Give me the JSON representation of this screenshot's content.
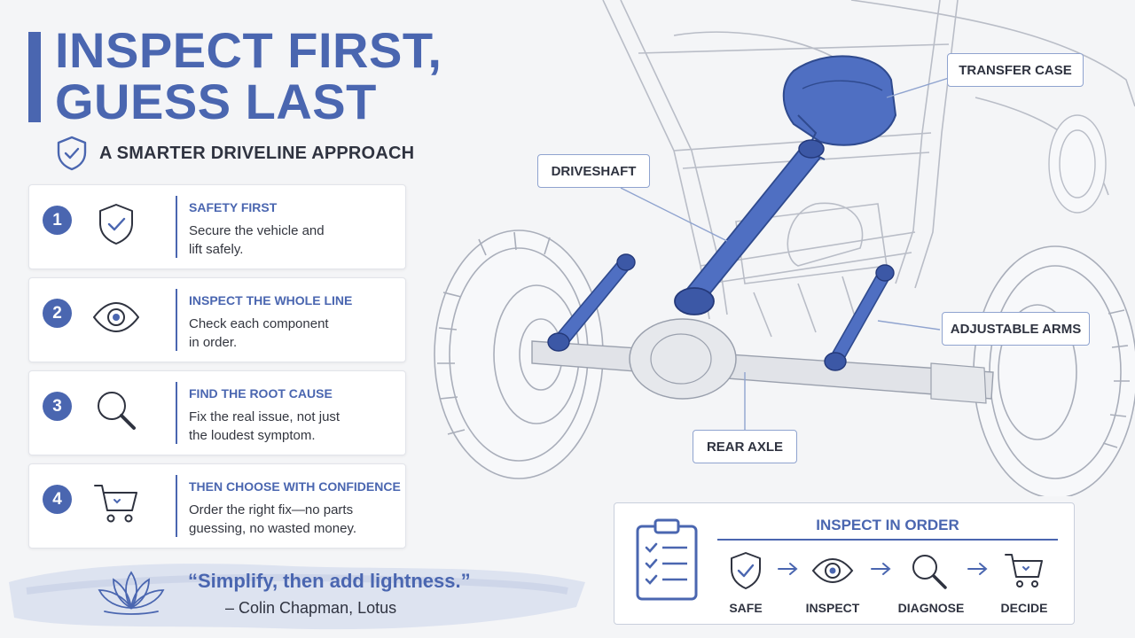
{
  "header": {
    "title_line1": "INSPECT FIRST,",
    "title_line2": "GUESS LAST",
    "subtitle": "A SMARTER DRIVELINE APPROACH"
  },
  "steps": [
    {
      "number": "1",
      "title": "SAFETY FIRST",
      "desc_line1": "Secure the vehicle and",
      "desc_line2": "lift safely.",
      "icon": "shield-check-icon"
    },
    {
      "number": "2",
      "title": "INSPECT THE WHOLE LINE",
      "desc_line1": "Check each component",
      "desc_line2": "in order.",
      "icon": "eye-icon"
    },
    {
      "number": "3",
      "title": "FIND THE ROOT CAUSE",
      "desc_line1": "Fix the real issue, not just",
      "desc_line2": "the loudest symptom.",
      "icon": "magnifier-icon"
    },
    {
      "number": "4",
      "title": "THEN CHOOSE WITH CONFIDENCE",
      "desc_line1": "Order the right fix—no parts",
      "desc_line2": "guessing, no wasted money.",
      "icon": "cart-icon"
    }
  ],
  "quote": {
    "text": "“Simplify, then add lightness.”",
    "author": "– Colin Chapman, Lotus"
  },
  "callouts": {
    "transfer_case": "TRANSFER CASE",
    "driveshaft": "DRIVESHAFT",
    "adjustable_arms": "ADJUSTABLE ARMS",
    "rear_axle": "REAR AXLE"
  },
  "inspect_panel": {
    "title": "INSPECT IN ORDER",
    "flow": [
      "SAFE",
      "INSPECT",
      "DIAGNOSE",
      "DECIDE"
    ]
  },
  "colors": {
    "accent": "#4a66b0",
    "component_blue": "#4f6fc2",
    "line_art": "#b9bdc7"
  }
}
